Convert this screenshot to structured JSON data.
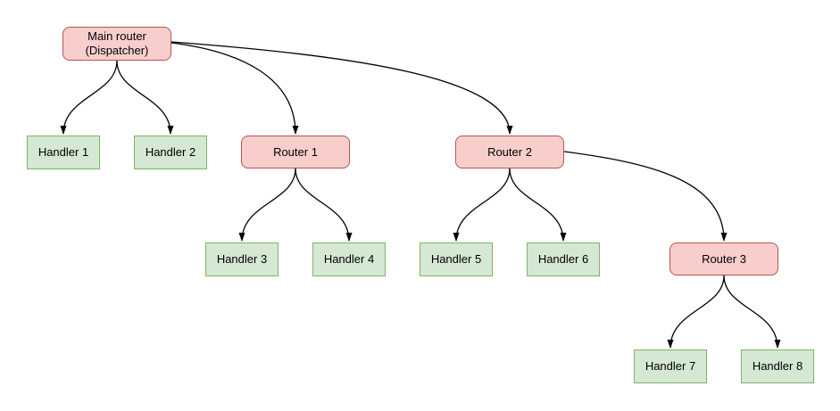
{
  "diagram": {
    "colors": {
      "router_fill": "#f8cecc",
      "router_border": "#b85450",
      "handler_fill": "#d5e8d4",
      "handler_border": "#82b366",
      "edge": "#000000"
    },
    "nodes": {
      "main_router": {
        "type": "router",
        "lines": [
          "Main router",
          "(Dispatcher)"
        ]
      },
      "handler_1": {
        "type": "handler",
        "label": "Handler 1"
      },
      "handler_2": {
        "type": "handler",
        "label": "Handler 2"
      },
      "router_1": {
        "type": "router",
        "label": "Router 1"
      },
      "router_2": {
        "type": "router",
        "label": "Router 2"
      },
      "handler_3": {
        "type": "handler",
        "label": "Handler 3"
      },
      "handler_4": {
        "type": "handler",
        "label": "Handler 4"
      },
      "handler_5": {
        "type": "handler",
        "label": "Handler 5"
      },
      "handler_6": {
        "type": "handler",
        "label": "Handler 6"
      },
      "router_3": {
        "type": "router",
        "label": "Router 3"
      },
      "handler_7": {
        "type": "handler",
        "label": "Handler 7"
      },
      "handler_8": {
        "type": "handler",
        "label": "Handler 8"
      }
    },
    "edges": [
      {
        "from": "Main router (Dispatcher)",
        "to": "Handler 1"
      },
      {
        "from": "Main router (Dispatcher)",
        "to": "Handler 2"
      },
      {
        "from": "Main router (Dispatcher)",
        "to": "Router 1"
      },
      {
        "from": "Main router (Dispatcher)",
        "to": "Router 2"
      },
      {
        "from": "Router 1",
        "to": "Handler 3"
      },
      {
        "from": "Router 1",
        "to": "Handler 4"
      },
      {
        "from": "Router 2",
        "to": "Handler 5"
      },
      {
        "from": "Router 2",
        "to": "Handler 6"
      },
      {
        "from": "Router 2",
        "to": "Router 3"
      },
      {
        "from": "Router 3",
        "to": "Handler 7"
      },
      {
        "from": "Router 3",
        "to": "Handler 8"
      }
    ]
  }
}
